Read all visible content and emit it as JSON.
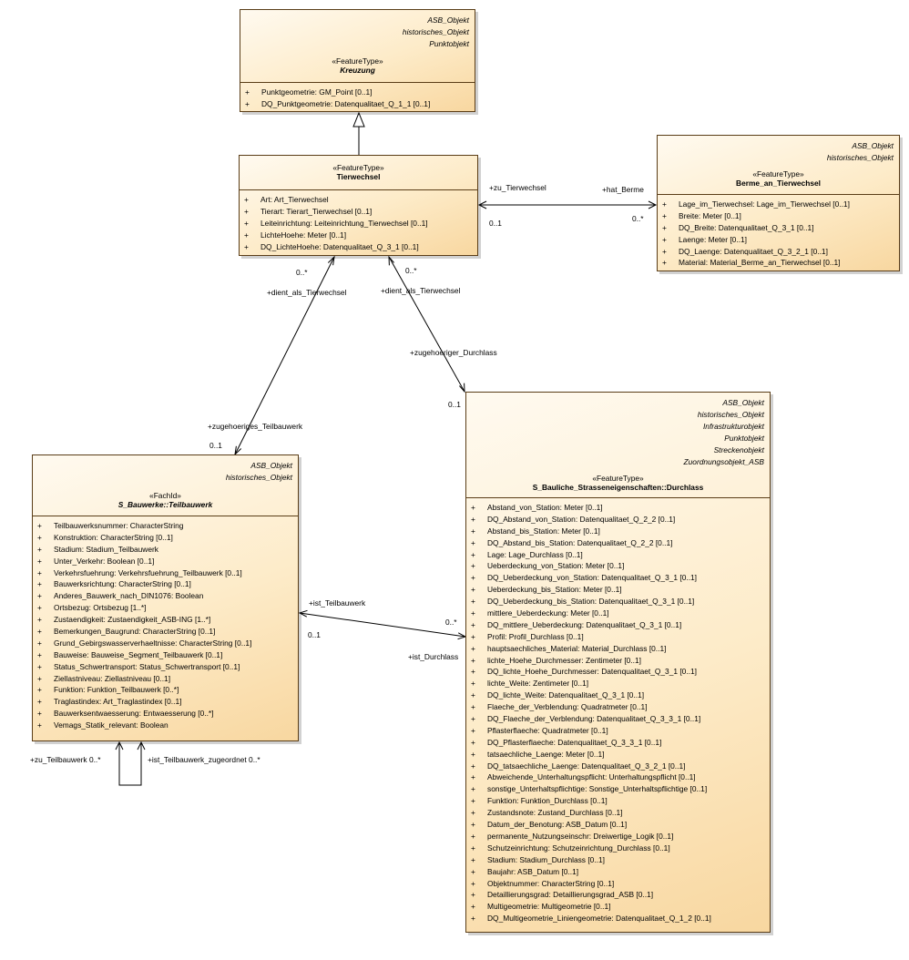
{
  "classes": {
    "kreuzung": {
      "tags": [
        "ASB_Objekt",
        "historisches_Objekt",
        "Punktobjekt"
      ],
      "stereotype": "«FeatureType»",
      "name": "Kreuzung",
      "attributes": [
        "Punktgeometrie: GM_Point [0..1]",
        "DQ_Punktgeometrie: Datenqualitaet_Q_1_1 [0..1]"
      ]
    },
    "tierwechsel": {
      "tags": [],
      "stereotype": "«FeatureType»",
      "name": "Tierwechsel",
      "attributes": [
        "Art: Art_Tierwechsel",
        "Tierart: Tierart_Tierwechsel [0..1]",
        "Leiteinrichtung: Leiteinrichtung_Tierwechsel [0..1]",
        "LichteHoehe: Meter [0..1]",
        "DQ_LichteHoehe: Datenqualitaet_Q_3_1 [0..1]"
      ]
    },
    "berme": {
      "tags": [
        "ASB_Objekt",
        "historisches_Objekt"
      ],
      "stereotype": "«FeatureType»",
      "name": "Berme_an_Tierwechsel",
      "attributes": [
        "Lage_im_Tierwechsel: Lage_im_Tierwechsel [0..1]",
        "Breite: Meter [0..1]",
        "DQ_Breite: Datenqualitaet_Q_3_1 [0..1]",
        "Laenge: Meter [0..1]",
        "DQ_Laenge: Datenqualitaet_Q_3_2_1 [0..1]",
        "Material: Material_Berme_an_Tierwechsel [0..1]"
      ]
    },
    "teilbauwerk": {
      "tags": [
        "ASB_Objekt",
        "historisches_Objekt"
      ],
      "stereotype": "«FachId»",
      "name": "S_Bauwerke::Teilbauwerk",
      "attributes": [
        "Teilbauwerksnummer: CharacterString",
        "Konstruktion: CharacterString [0..1]",
        "Stadium: Stadium_Teilbauwerk",
        "Unter_Verkehr: Boolean [0..1]",
        "Verkehrsfuehrung: Verkehrsfuehrung_Teilbauwerk [0..1]",
        "Bauwerksrichtung: CharacterString [0..1]",
        "Anderes_Bauwerk_nach_DIN1076: Boolean",
        "Ortsbezug: Ortsbezug [1..*]",
        "Zustaendigkeit: Zustaendigkeit_ASB-ING [1..*]",
        "Bemerkungen_Baugrund: CharacterString [0..1]",
        "Grund_Gebirgswasserverhaeltnisse: CharacterString [0..1]",
        "Bauweise: Bauweise_Segment_Teilbauwerk [0..1]",
        "Status_Schwertransport: Status_Schwertransport [0..1]",
        "Ziellastniveau: Ziellastniveau [0..1]",
        "Funktion: Funktion_Teilbauwerk [0..*]",
        "Traglastindex: Art_Traglastindex [0..1]",
        "Bauwerksentwaesserung: Entwaesserung [0..*]",
        "Vemags_Statik_relevant: Boolean"
      ]
    },
    "durchlass": {
      "tags": [
        "ASB_Objekt",
        "historisches_Objekt",
        "Infrastrukturobjekt",
        "Punktobjekt",
        "Streckenobjekt",
        "Zuordnungsobjekt_ASB"
      ],
      "stereotype": "«FeatureType»",
      "name": "S_Bauliche_Strasseneigenschaften::Durchlass",
      "attributes": [
        "Abstand_von_Station: Meter [0..1]",
        "DQ_Abstand_von_Station: Datenqualitaet_Q_2_2 [0..1]",
        "Abstand_bis_Station: Meter [0..1]",
        "DQ_Abstand_bis_Station: Datenqualitaet_Q_2_2 [0..1]",
        "Lage: Lage_Durchlass [0..1]",
        "Ueberdeckung_von_Station: Meter [0..1]",
        "DQ_Ueberdeckung_von_Station: Datenqualitaet_Q_3_1 [0..1]",
        "Ueberdeckung_bis_Station: Meter [0..1]",
        "DQ_Ueberdeckung_bis_Station: Datenqualitaet_Q_3_1 [0..1]",
        "mittlere_Ueberdeckung: Meter [0..1]",
        "DQ_mittlere_Ueberdeckung: Datenqualitaet_Q_3_1 [0..1]",
        "Profil: Profil_Durchlass [0..1]",
        "hauptsaechliches_Material: Material_Durchlass [0..1]",
        "lichte_Hoehe_Durchmesser: Zentimeter [0..1]",
        "DQ_lichte_Hoehe_Durchmesser: Datenqualitaet_Q_3_1 [0..1]",
        "lichte_Weite: Zentimeter [0..1]",
        "DQ_lichte_Weite: Datenqualitaet_Q_3_1 [0..1]",
        "Flaeche_der_Verblendung: Quadratmeter [0..1]",
        "DQ_Flaeche_der_Verblendung: Datenqualitaet_Q_3_3_1 [0..1]",
        "Pflasterflaeche: Quadratmeter [0..1]",
        "DQ_Pflasterflaeche: Datenqualitaet_Q_3_3_1 [0..1]",
        "tatsaechliche_Laenge: Meter [0..1]",
        "DQ_tatsaechliche_Laenge: Datenqualitaet_Q_3_2_1 [0..1]",
        "Abweichende_Unterhaltungspflicht: Unterhaltungspflicht [0..1]",
        "sonstige_Unterhaltspflichtige: Sonstige_Unterhaltspflichtige [0..1]",
        "Funktion: Funktion_Durchlass [0..1]",
        "Zustandsnote: Zustand_Durchlass [0..1]",
        "Datum_der_Benotung: ASB_Datum [0..1]",
        "permanente_Nutzungseinschr: Dreiwertige_Logik [0..1]",
        "Schutzeinrichtung: Schutzeinrichtung_Durchlass [0..1]",
        "Stadium: Stadium_Durchlass [0..1]",
        "Baujahr: ASB_Datum [0..1]",
        "Objektnummer: CharacterString [0..1]",
        "Detaillierungsgrad: Detaillierungsgrad_ASB [0..1]",
        "Multigeometrie: Multigeometrie [0..1]",
        "DQ_Multigeometrie_Liniengeometrie: Datenqualitaet_Q_1_2 [0..1]"
      ]
    }
  },
  "attribute_prefix": "+",
  "labels": {
    "zu_tierwechsel": "+zu_Tierwechsel",
    "hat_berme": "+hat_Berme",
    "mult_berme_left": "0..1",
    "mult_berme_right": "0..*",
    "mult_tw_left": "0..*",
    "mult_tw_right": "0..*",
    "dient_als_tierwechsel_1": "+dient_als_Tierwechsel",
    "dient_als_tierwechsel_2": "+dient_als_Tierwechsel",
    "zugehoeriger_durchlass": "+zugehoeriger_Durchlass",
    "mult_durchlass_top": "0..1",
    "zugehoeriges_teilbauwerk": "+zugehoeriges_Teilbauwerk",
    "mult_teilbauwerk_top": "0..1",
    "ist_teilbauwerk": "+ist_Teilbauwerk",
    "mult_ist_teilbauwerk": "0..1",
    "mult_ist_durchlass": "0..*",
    "ist_durchlass": "+ist_Durchlass",
    "zu_teilbauwerk": "+zu_Teilbauwerk 0..*",
    "ist_teilbauwerk_zugeordnet": "+ist_Teilbauwerk_zugeordnet 0..*"
  }
}
